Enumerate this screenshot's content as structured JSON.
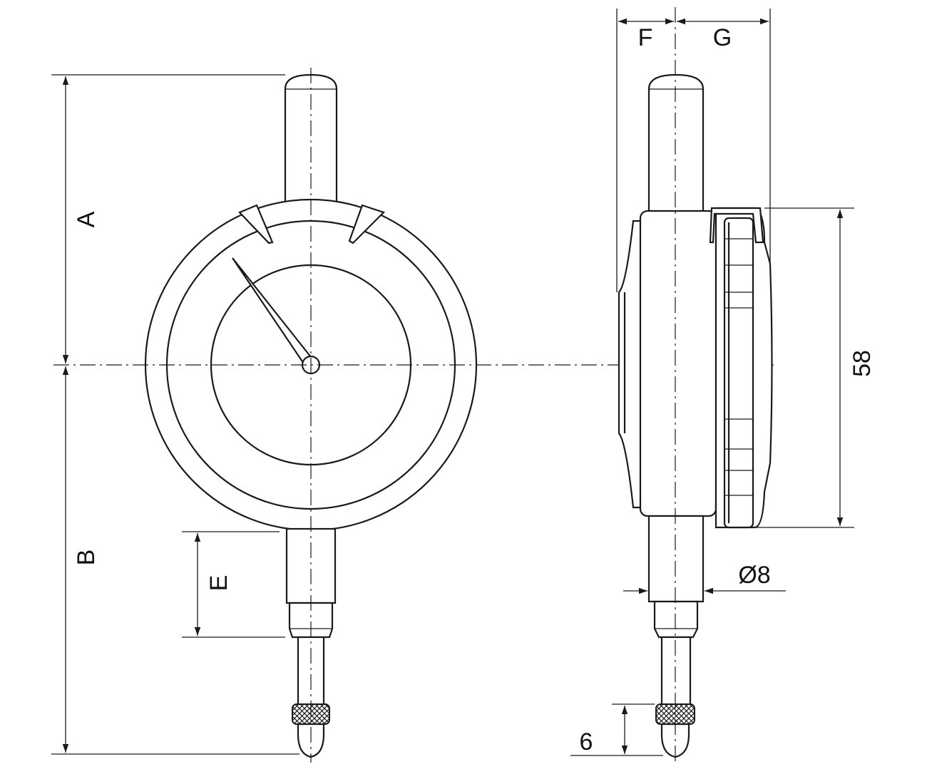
{
  "dimensions": {
    "A": "A",
    "B": "B",
    "E": "E",
    "F": "F",
    "G": "G",
    "height_58": "58",
    "stem_diameter": "Ø8",
    "tip_6": "6"
  },
  "colors": {
    "line": "#1a1a1a",
    "background": "#ffffff"
  }
}
